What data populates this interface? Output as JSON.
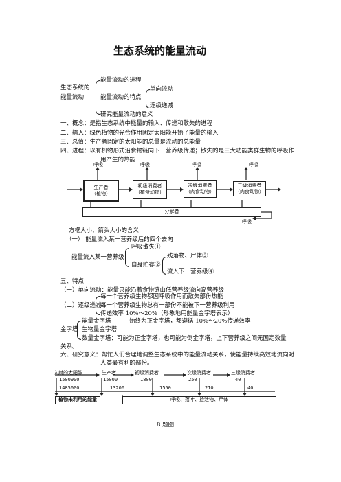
{
  "title": "生态系统的能量流动",
  "outline": {
    "root_line1": "生态系统的",
    "root_line2": "能量流动",
    "item1": "能量流动的进程",
    "item2": "能量流动的特点",
    "item2_sub1": "单向流动",
    "item2_sub2": "逐级递减",
    "item3": "研究能量流动的意义"
  },
  "section_one": {
    "line1": "一、概念：是指生态系统中能量的输入、传递和散失的进程",
    "line2": "二、输入：绿色植物的光合作用固定太阳能开始了能量的输入",
    "line3": "三、总值：生产者固定的太阳能的总量是流动的总能量",
    "line4a": "四、进程：以有机物形式沿食物链向下一营养级传递；散失的是三大功能类群生物的呼吸作",
    "line4b": "用产生的热能"
  },
  "diagram1": {
    "resp_labels": [
      "呼吸",
      "呼吸",
      "呼吸",
      "呼吸",
      "呼吸"
    ],
    "boxes": [
      {
        "l1": "生产者",
        "l2": "（植物）"
      },
      {
        "l1": "初级消费者",
        "l2": "（植食动物）"
      },
      {
        "l1": "次级消费者",
        "l2": "（肉食动物）"
      },
      {
        "l1": "三级消费者",
        "l2": "（肉食动物）"
      }
    ],
    "decomposer": "分解者"
  },
  "meaning": {
    "line1": "方框大小、箭头大小的含义",
    "line2": "（一） 能量流入某一营养级后的四个去向",
    "root": "能量流入某一营养级",
    "b1": "呼吸散失①",
    "b2": "自身贮存②",
    "b2_sub1": "残落物、尸体③",
    "b2_sub2": "流入下一营养级④"
  },
  "features": {
    "head": "五、特点",
    "one": "（一）单向流动：能量只能沿着食物链由低营养级流向高营养级",
    "two_label": "（二）逐级递减",
    "two_a": "每一个营养级生物都因呼吸作用而散失部份热能",
    "two_b": "每一个营养级生物总有一部份不能被下一营养级利用",
    "two_c": "传递效率 10%～20%（形象地用能量金字塔表示）",
    "pyr_label": "金字塔",
    "p1": "能量金字塔",
    "p1_desc": "始终为正金字塔，都遵循 10%～20%传递效率",
    "p2": "生物量金字塔",
    "p3": "数量金字塔：可能为正金字塔，也可能为倒金字塔，上下营养级之间无固定数量",
    "p3_end": "关系。"
  },
  "significance": {
    "line1": "六、研究意义：帮忙人们合理地调整生态系统中的能量流动关系，使能量持续高效地流向对",
    "line2": "人类最有利的部份。"
  },
  "diagram2": {
    "sun": "入射的太阳能",
    "stages": [
      "生产者",
      "初级消费者",
      "次级消费者",
      "三级消费者"
    ],
    "top_values": [
      "1500900",
      "15000",
      "1800",
      "250",
      "40"
    ],
    "bottom_values": [
      "1485000",
      "13200",
      "1550",
      "210",
      "40"
    ],
    "unused_box": "植物未利用的能量",
    "loss_box": "呼吸、落叶、捡泄物、尸体"
  },
  "caption": "8 题图"
}
